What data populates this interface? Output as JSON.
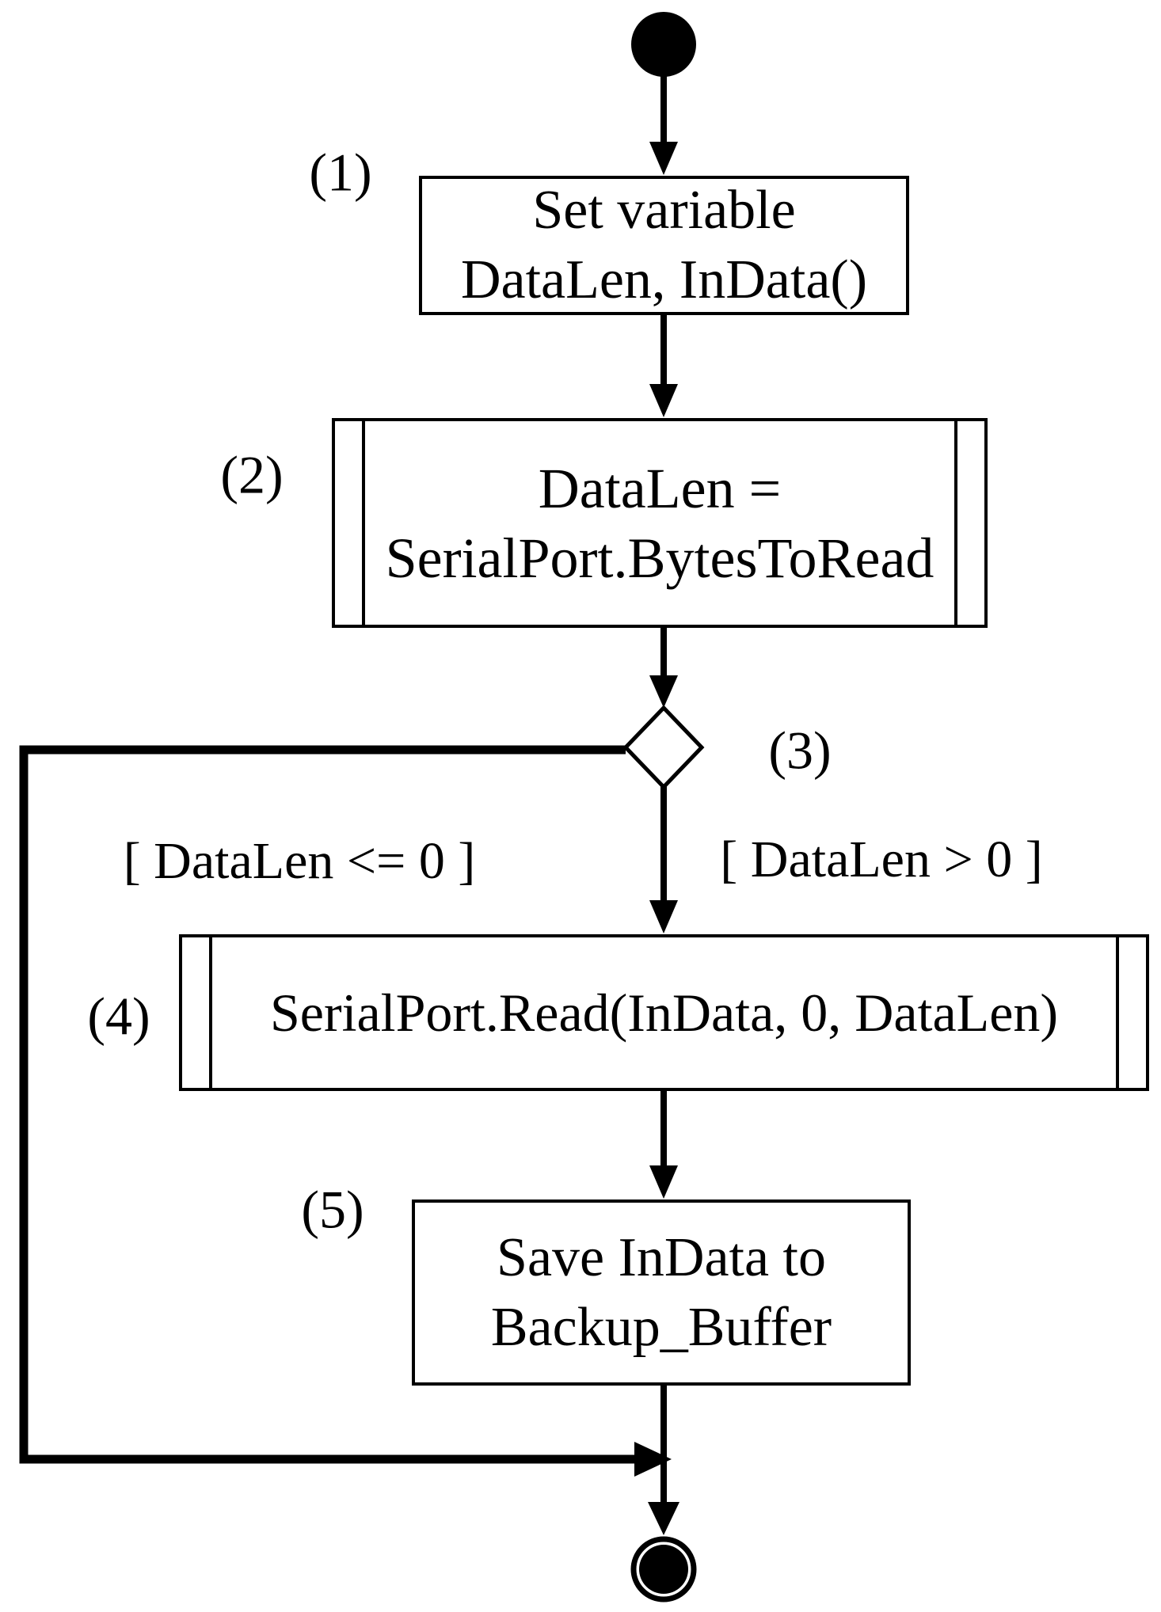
{
  "colors": {
    "ink": "#000000",
    "background": "#ffffff"
  },
  "labels": {
    "step1": "(1)",
    "step2": "(2)",
    "step3": "(3)",
    "step4": "(4)",
    "step5": "(5)"
  },
  "box1": {
    "line1": "Set variable",
    "line2": "DataLen, InData()"
  },
  "box2": {
    "line1": "DataLen =",
    "line2": "SerialPort.BytesToRead"
  },
  "decision": {
    "guard_left": "[ DataLen <= 0 ]",
    "guard_right": "[ DataLen > 0 ]"
  },
  "box4": {
    "line1": "SerialPort.Read(InData, 0, DataLen)"
  },
  "box5": {
    "line1": "Save InData to",
    "line2": "Backup_Buffer"
  },
  "icons": {
    "start": "initial-node-filled-circle",
    "end": "final-node-bullseye",
    "decision": "decision-diamond"
  }
}
